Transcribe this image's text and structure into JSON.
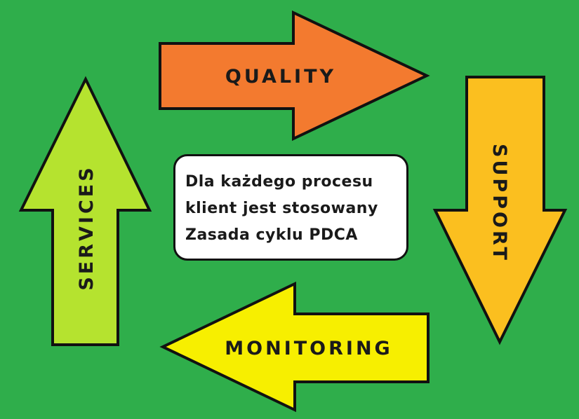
{
  "colors": {
    "background": "#2fae4b",
    "quality": "#f37a2f",
    "support": "#fbbf1f",
    "monitoring": "#f7ef00",
    "services": "#b5e32f"
  },
  "arrows": {
    "quality": "QUALITY",
    "support": "SUPPORT",
    "monitoring": "MONITORING",
    "services": "SERVICES"
  },
  "center_box": {
    "lines": [
      "Dla każdego procesu",
      "klient jest stosowany",
      "Zasada cyklu PDCA"
    ]
  }
}
